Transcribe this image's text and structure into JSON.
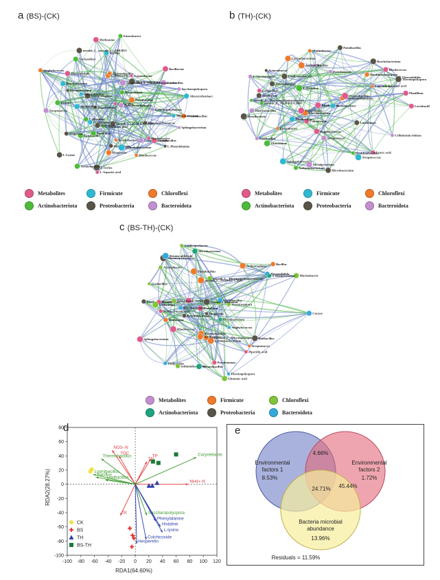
{
  "panels": {
    "a": {
      "letter": "a",
      "title": "(BS)-(CK)"
    },
    "b": {
      "letter": "b",
      "title": "(TH)-(CK)"
    },
    "c": {
      "letter": "c",
      "title": "(BS-TH)-(CK)"
    },
    "d": {
      "letter": "d"
    },
    "e": {
      "letter": "e"
    }
  },
  "legend": {
    "metabolites": "Metabolites",
    "firmicute": "Firmicute",
    "chloroflexi": "Chloroflexi",
    "actinobacteriota": "Actinobacteriota",
    "proteobacteria": "Proteobacteria",
    "bacteroidota": "Bacteroidota",
    "colors": {
      "metabolites": "#e05a8a",
      "firmicute": "#2fb8d3",
      "firmicute_c": "#f07a2a",
      "chloroflexi": "#f07a2a",
      "chloroflexi_c": "#7fc43b",
      "actinobacteriota": "#4dbb3a",
      "actinobacteriota_c": "#1fa37f",
      "proteobacteria": "#5a5448",
      "bacteroidota": "#c38fd0",
      "bacteroidota_c": "#35a9dc"
    }
  },
  "network_a_labels": [
    "Brachybacterium",
    "Methionine",
    "Thermoactinomyces",
    "Epirubicin",
    "Zingerone",
    "L-Phenylalanine",
    "L-Glutamic acid",
    "L-Lysine",
    "Paenibacillus",
    "Cellulosimicrobium",
    "L-Serine",
    "Colchicoside",
    "Brevibacterium",
    "Pseudomonas",
    "Oceanobacillus",
    "L-Aspartic acid",
    "Microbacterium",
    "Bacillus",
    "Rhodococcus",
    "Sphingobacterium",
    "Glutathione",
    "Actinomadura",
    "Nocardiopsis",
    "Corynebacterium",
    "Saccharopolyspora",
    "Thermobifida",
    "Planifilum",
    "Streptomyces",
    "Verrucosispora",
    "Thermobacillus",
    "Geobacillus",
    "Staphylococcus",
    "Ureibacillus",
    "L-Histidine",
    "Ornithinibacillus",
    "Cystine",
    "Hesperetin",
    "norank_f__norank_o__SBR1031",
    "norank_f__JG30-KF-CM45",
    "Flavobacterium",
    "Thermopolyspora",
    "unclassified_f__Micromonosporaceae",
    "Sediminibacterium",
    "Lysinibacillus",
    "Bacillaceae",
    "Pseudoxanthomonas",
    "Marinobacter",
    "Anaerobacillus",
    "Rhizobium",
    "Aeribacillus",
    "Altererythrobacter",
    "Acinetobacter",
    "Unclassified",
    "Enterobacter"
  ],
  "network_b_labels": [
    "Microbacterium",
    "Bacillus",
    "Streptomyces",
    "Nicotinic acid",
    "Erucic acid",
    "L-Saccharopine",
    "Flavobacterium",
    "Pseudoxanthomonas",
    "Sediminibacterium",
    "Rhodobacter",
    "Desulfovibrio",
    "L-Histidine",
    "Thermobifida",
    "Colchicoside",
    "Ureibacillus",
    "Oceanobacillus",
    "Saccharomonospora",
    "Corynebacterium",
    "Geobacillus",
    "Nocardiopsis",
    "Planifilum",
    "Sphingobacterium",
    "Pseudomonas",
    "Thermobacillus",
    "Staphylococcus",
    "Glutathione",
    "Leucobacter",
    "norank_f__JG30-KF-CM45",
    "norank_f__Thermoactinomycetaceae",
    "Actinomadura",
    "Luteimonas",
    "Enterobacter",
    "Streptococcus",
    "Mycobacterium",
    "Thermopolyspora",
    "Brachybacterium",
    "Cellulosimicrobium",
    "Paenibacillus",
    "Rhodococcus",
    "Acinetobacter",
    "Bacillaceae",
    "Anaerobacillus",
    "Aeribacillus",
    "Marinobacter",
    "Caldicoprobacter",
    "Ornithinibacillus",
    "Novibacillus",
    "Lactobacillus"
  ],
  "network_c_labels": [
    "Pseudomonas",
    "Microbacterium",
    "Rhodococcus",
    "Saccharomonospora",
    "Verrucosispora",
    "Corynebacterium",
    "Planifilum",
    "Brevibacterium",
    "Thermoactinomyces",
    "Bacillus",
    "Betaine aldehyde",
    "Brachybacterium",
    "unclassified_f__Micromonosporaceae",
    "Cellulosimicrobium",
    "Luteimonas",
    "L-Cystine",
    "norank_f__Thermoactinomycetaceae",
    "Geobacillus",
    "Thermobifida",
    "Actinomadura",
    "norank_f__JG30-KF-CM45",
    "Ureibacillus",
    "Paenibacillus",
    "Lysinibacillus",
    "Acinetobacter",
    "Staphylococcus",
    "Nocardiopsis",
    "L-Histidine",
    "Methionine",
    "Sphingobacterium",
    "Streptomyces",
    "Glutamic acid",
    "Hesperetin",
    "Piperidic acid",
    "Indole-3-acetic acid",
    "Thermopolyspora",
    "Marinobacter",
    "S-Methylcysteine",
    "Glutathione",
    "Cystine",
    "Mycobacterium",
    "Sediminibacterium",
    "Sinibacillus",
    "Oceanobacillus",
    "Thermobacillus",
    "Aeribacillus",
    "Caldicoprobacter"
  ],
  "chart_data": [
    {
      "type": "scatter",
      "xlabel": "RDA1(64.60%)",
      "ylabel": "RDA2(28.27%)",
      "xlim": [
        -100,
        120
      ],
      "ylim": [
        -100,
        80
      ],
      "xticks": [
        -100,
        -80,
        -60,
        -40,
        -20,
        0,
        20,
        40,
        60,
        80,
        100,
        120
      ],
      "yticks": [
        -100,
        -80,
        -60,
        -40,
        -20,
        0,
        20,
        40,
        60,
        80
      ],
      "series": [
        {
          "name": "CK",
          "color": "#f2e24a",
          "marker": "circle",
          "points": [
            [
              -66,
              18
            ],
            [
              -64,
              21
            ],
            [
              -65,
              20
            ]
          ]
        },
        {
          "name": "BS",
          "color": "#e33a3a",
          "marker": "cross",
          "points": [
            [
              -8,
              -62
            ],
            [
              -4,
              -72
            ],
            [
              -2,
              -76
            ],
            [
              -5,
              -88
            ]
          ]
        },
        {
          "name": "TH",
          "color": "#2a3fa8",
          "marker": "triangle",
          "points": [
            [
              20,
              -2
            ],
            [
              25,
              -2
            ],
            [
              32,
              2
            ]
          ]
        },
        {
          "name": "BS-TH",
          "color": "#1a7a3a",
          "marker": "square",
          "points": [
            [
              26,
              32
            ],
            [
              34,
              30
            ],
            [
              60,
              42
            ]
          ]
        }
      ],
      "arrows": [
        {
          "label": "NO3--N",
          "color": "#e33a3a",
          "x": -34,
          "y": 48
        },
        {
          "label": "TOC",
          "color": "#e33a3a",
          "x": -24,
          "y": 40
        },
        {
          "label": "TN",
          "color": "#e33a3a",
          "x": 17,
          "y": 32
        },
        {
          "label": "TP",
          "color": "#e33a3a",
          "x": 23,
          "y": 36
        },
        {
          "label": "NH4+-N",
          "color": "#e33a3a",
          "x": 78,
          "y": 0
        },
        {
          "label": "TK",
          "color": "#e33a3a",
          "x": -22,
          "y": -44
        },
        {
          "label": "Corynebacterium",
          "color": "#3a9a2a",
          "x": 90,
          "y": 38
        },
        {
          "label": "Thermobacillus",
          "color": "#3a9a2a",
          "x": -50,
          "y": 36
        },
        {
          "label": "Lysinibacillus",
          "color": "#3a9a2a",
          "x": -62,
          "y": 14
        },
        {
          "label": "Bacillus",
          "color": "#3a9a2a",
          "x": -58,
          "y": 10
        },
        {
          "label": "Ureibacillus",
          "color": "#3a9a2a",
          "x": -44,
          "y": 6
        },
        {
          "label": "Saccharopolyspora",
          "color": "#3a9a2a",
          "x": 17,
          "y": -44
        },
        {
          "label": "Phenylalanine",
          "color": "#2a3fa8",
          "x": 30,
          "y": -52
        },
        {
          "label": "Histidine",
          "color": "#2a3fa8",
          "x": 37,
          "y": -60
        },
        {
          "label": "L-lysine",
          "color": "#2a3fa8",
          "x": 40,
          "y": -68
        },
        {
          "label": "Colchicoside",
          "color": "#2a3fa8",
          "x": 16,
          "y": -78
        },
        {
          "label": "Hesperetin",
          "color": "#2a3fa8",
          "x": 2,
          "y": -84
        }
      ]
    },
    {
      "type": "venn",
      "sets": [
        "Environmental factors 1",
        "Environmental factors 2",
        "Bacteria microbial abundance"
      ],
      "values": {
        "only1": "8.53%",
        "only2": "1.72%",
        "only3": "13.96%",
        "ab": "4.66%",
        "abc": "24.71%",
        "bc": "45.44%"
      },
      "residuals": "Residuals = 11.59%"
    }
  ],
  "rda_text": {
    "xlabel": "RDA1(64.60%)",
    "ylabel": "RDA2(28.27%)",
    "legend": [
      "CK",
      "BS",
      "TH",
      "BS-TH"
    ]
  },
  "venn_text": {
    "set1_line1": "Environmental",
    "set1_line2": "factors 1",
    "set1_value": "8.53%",
    "set2_line1": "Environmental",
    "set2_line2": "factors 2",
    "set2_value": "1.72%",
    "set3_line1": "Bacteria microbial",
    "set3_line2": "abundance",
    "set3_value": "13.96%",
    "v_ab": "4.66%",
    "v_abc": "24.71%",
    "v_bc": "45.44%",
    "residuals": "Residuals = 11.59%"
  }
}
